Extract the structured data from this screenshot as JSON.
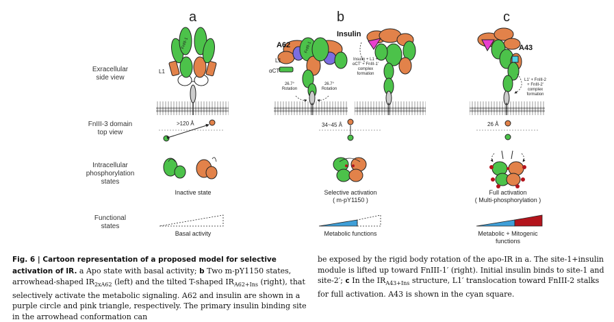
{
  "panels": [
    "a",
    "b",
    "c"
  ],
  "row_labels": {
    "extracellular": "Exracellular\nside view",
    "fniii": "FnIII-3 domain\ntop view",
    "intracellular": "Intracellular\nphosphorylation\nstates",
    "functional": "Functional\nstates"
  },
  "panel_a": {
    "l1": "L1",
    "fniii_label": "FnIII-1",
    "distance": ">120 Å",
    "state": "Inactive state",
    "function": "Basal activity"
  },
  "panel_b": {
    "a62": "A62",
    "insulin": "Insulin",
    "l1": "L1",
    "act": "αCT'",
    "fniii_label": "FnIII-1",
    "rotation_left": "26.7°\nRotation",
    "rotation_right": "26.7°\nRotation",
    "complex": "Insulin + L1 +\nαCT' + FnIII-1'\ncomplex\nformation",
    "distance": "34~45 Å",
    "state_line1": "Selective activation",
    "state_line2": "( m-pY1150 )",
    "function": "Metabolic functions"
  },
  "panel_c": {
    "a43": "A43",
    "complex": "L1' + FnIII-2\n+ FnIII-2'\ncomplex\nformation",
    "distance": "26 Å",
    "state_line1": "Full activation",
    "state_line2": "( Multi-phosphorylation )",
    "function_line1": "Metabolic + Mitogenic",
    "function_line2": "functions"
  },
  "colors": {
    "green": "#4cc24a",
    "orange": "#e2824a",
    "purple": "#7b6ee0",
    "pink": "#e83fcf",
    "cyan": "#4fd0e6",
    "blue": "#3f9fd8",
    "red": "#b3141c"
  },
  "caption": {
    "title": "Fig. 6 | Cartoon representation of a proposed model for selective activation of IR.",
    "left_body_1": " a Apo state with basal activity; ",
    "left_b": "b",
    "left_body_2": " Two m-pY1150 states, arrowhead-shaped IR",
    "sub_1": "2xA62",
    "left_body_3": " (left) and the tilted T-shaped IR",
    "sub_2": "A62+Ins",
    "left_body_4": " (right), that selectively activate the metabolic signaling. A62 and insulin are shown in a purple circle and pink triangle, respectively. The primary insulin binding site in the arrowhead conformation can",
    "right_body_1": "be exposed by the rigid body rotation of the apo-IR in a. The site-1+insulin module is lifted up toward FnIII-1′ (right). Initial insulin binds to site-1 and site-2′; ",
    "right_c": "c",
    "right_body_2": " In the IR",
    "sub_3": "A43+Ins",
    "right_body_3": " structure, L1′ translocation toward FnIII-2 stalks for full activation. A43 is shown in the cyan square."
  }
}
